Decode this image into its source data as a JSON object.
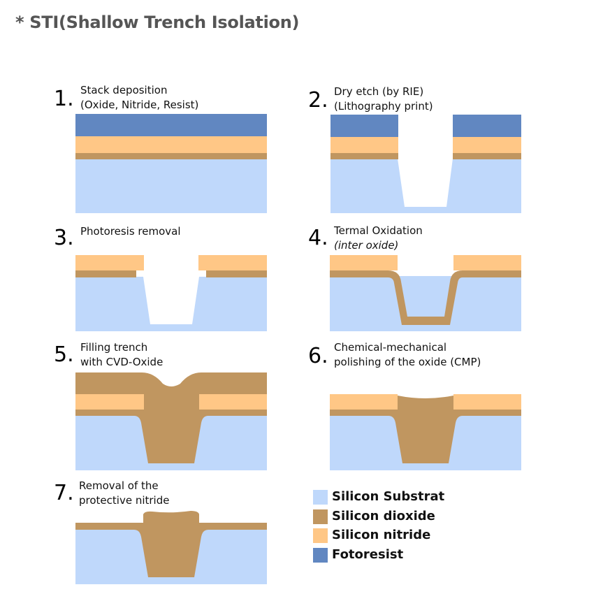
{
  "title": "* STI(Shallow Trench Isolation)",
  "colors": {
    "substrate": "#bfd8fb",
    "oxide": "#c09660",
    "nitride": "#ffc786",
    "resist": "#6187c1"
  },
  "steps": [
    {
      "num": "1.",
      "line1": "Stack deposition",
      "line2": "(Oxide, Nitride, Resist)"
    },
    {
      "num": "2.",
      "line1": "Dry etch (by RIE)",
      "line2": "(Lithography print)"
    },
    {
      "num": "3.",
      "line1": "Photoresis removal",
      "line2": ""
    },
    {
      "num": "4.",
      "line1": "Termal Oxidation",
      "line2": "(inter oxide)"
    },
    {
      "num": "5.",
      "line1": "Filling trench",
      "line2": "with CVD-Oxide"
    },
    {
      "num": "6.",
      "line1": "Chemical-mechanical",
      "line2": "polishing of the oxide (CMP)"
    },
    {
      "num": "7.",
      "line1": "Removal of the",
      "line2": "protective nitride"
    }
  ],
  "legend": [
    {
      "label": "Silicon Substrat",
      "color": "#bfd8fb"
    },
    {
      "label": "Silicon dioxide",
      "color": "#c09660"
    },
    {
      "label": "Silicon nitride",
      "color": "#ffc786"
    },
    {
      "label": "Fotoresist",
      "color": "#6187c1"
    }
  ]
}
